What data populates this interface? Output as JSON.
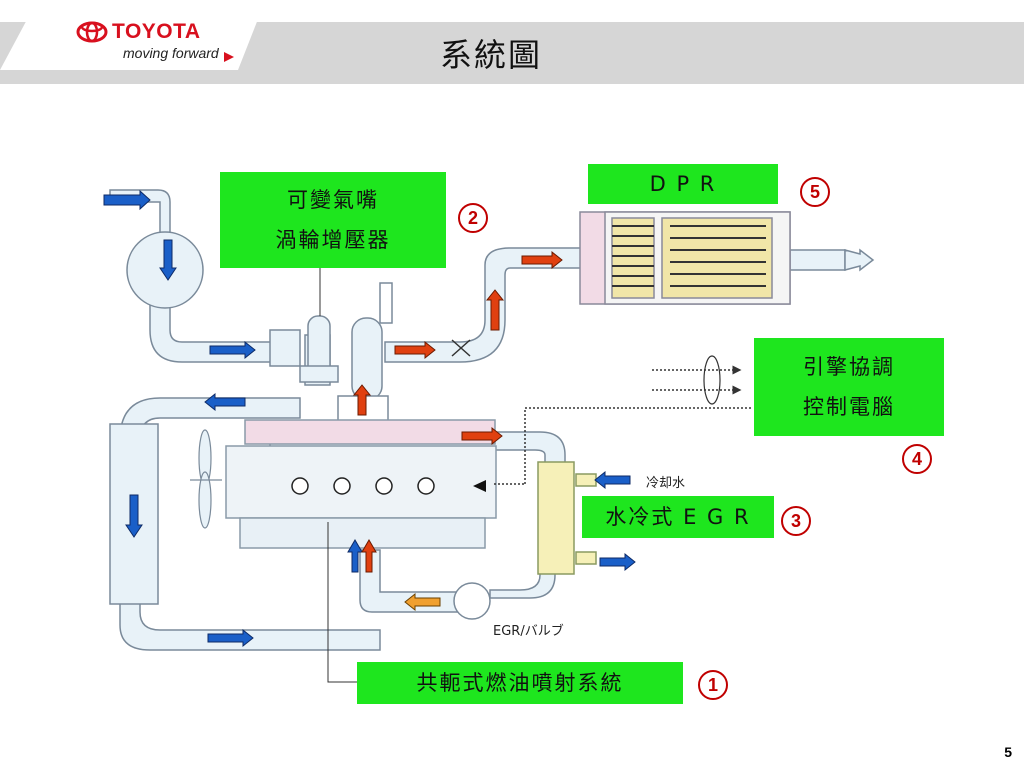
{
  "header": {
    "brand": "TOYOTA",
    "tagline": "moving forward",
    "title": "系統圖"
  },
  "labels": {
    "turbo_line1": "可變氣嘴",
    "turbo_line2": "渦輪增壓器",
    "dpr": "D P R",
    "ecu_line1": "引擎協調",
    "ecu_line2": "控制電腦",
    "egr_cooler": "水冷式 E G R",
    "common_rail": "共軛式燃油噴射系統",
    "coolant": "冷却水",
    "egr_valve": "EGR/バルブ"
  },
  "callouts": [
    "1",
    "2",
    "3",
    "4",
    "5"
  ],
  "colors": {
    "label_bg": "#1ee61e",
    "callout": "#c00000",
    "intake_arrow": "#1a5fc8",
    "exhaust_arrow": "#e04010",
    "pipe": "#e8f2f8"
  },
  "footer": {
    "page_number": "5"
  }
}
